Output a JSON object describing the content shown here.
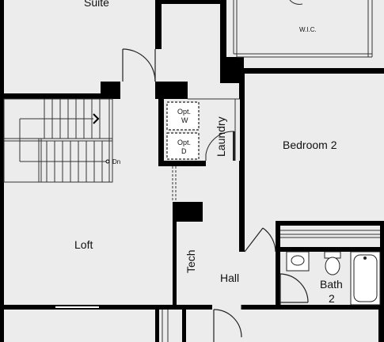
{
  "rooms": {
    "suite": "Suite",
    "wic": "W.I.C.",
    "bedroom2": "Bedroom 2",
    "laundry": "Laundry",
    "loft": "Loft",
    "tech": "Tech",
    "hall": "Hall",
    "bath2_line1": "Bath",
    "bath2_line2": "2"
  },
  "appliances": {
    "washer_line1": "Opt.",
    "washer_line2": "W",
    "dryer_line1": "Opt.",
    "dryer_line2": "D"
  },
  "stairs": {
    "direction": "Dn"
  },
  "colors": {
    "wall": "#000000",
    "floor": "#ececec",
    "fixture": "#ffffff",
    "line": "#333333"
  }
}
